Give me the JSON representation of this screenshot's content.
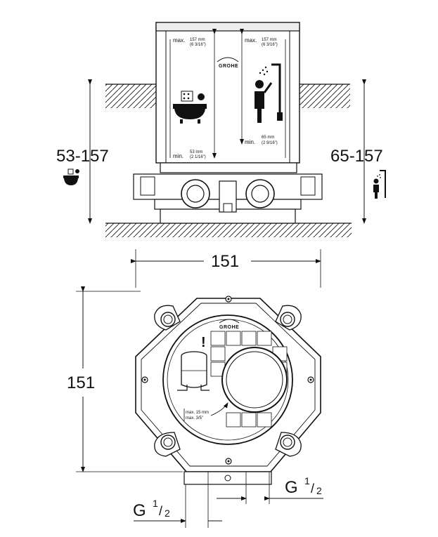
{
  "top_view": {
    "left_height": "53-157",
    "right_height": "65-157",
    "label_max_left": "max.",
    "label_max_left_value": "157 mm",
    "label_max_left_inch": "(6 3/16\")",
    "label_max_right": "max.",
    "label_max_right_value": "157 mm",
    "label_max_right_inch": "(6 3/16\")",
    "label_min_left": "min.",
    "label_min_left_value": "53 mm",
    "label_min_left_inch": "(2 1/16\")",
    "label_min_right": "min.",
    "label_min_right_value": "65 mm",
    "label_min_right_inch": "(2 9/16\")",
    "brand": "GROHE"
  },
  "front_view": {
    "width": "151",
    "height": "151",
    "brand": "GROHE",
    "max_depth_mm": "max. 15 mm",
    "max_depth_in": "max. 3/5\"",
    "warning": "!",
    "thread_right": "G",
    "thread_left": "G",
    "fraction_num": "1",
    "fraction_den": "2"
  },
  "icons": {
    "bath": "bathtub-icon",
    "shower": "shower-icon"
  }
}
